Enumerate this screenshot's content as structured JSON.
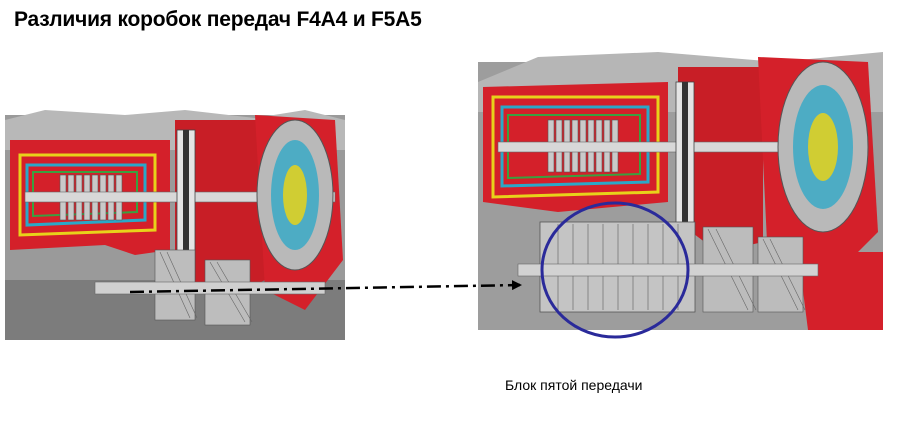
{
  "slide": {
    "title": "Различия коробок передач F4A4 и F5A5",
    "caption": "Блок пятой передачи"
  },
  "images": {
    "left": "f4a4-transmission-cutaway",
    "right": "f5a5-transmission-cutaway"
  },
  "colors": {
    "housing_red": "#d4202a",
    "highlight_circle": "#2a2a9a",
    "oil_yellow": "#e8d21a",
    "oil_cyan": "#2aa8c8",
    "metal_gray": "#a0a0a0"
  }
}
